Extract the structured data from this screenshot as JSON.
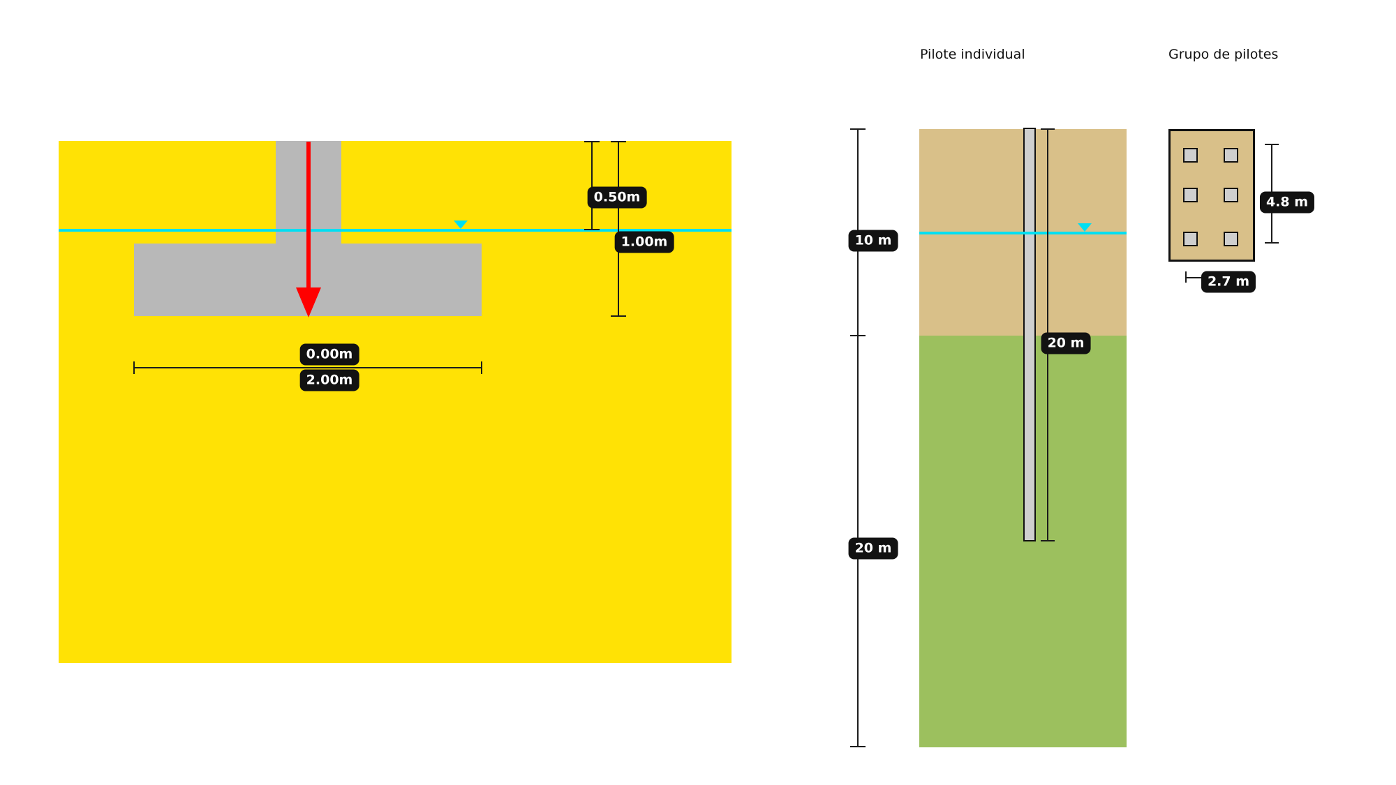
{
  "titles": {
    "single_pile": "Pilote individual",
    "pile_group": "Grupo de pilotes"
  },
  "shallow_foundation": {
    "labels": {
      "water_depth": "0.50m",
      "footing_depth": "1.00m",
      "eccentricity": "0.00m",
      "footing_width": "2.00m"
    }
  },
  "single_pile": {
    "labels": {
      "upper_layer_thickness": "10 m",
      "lower_layer_thickness": "20 m",
      "pile_length": "20 m"
    }
  },
  "pile_group": {
    "labels": {
      "length": "4.8 m",
      "width": "2.7 m"
    }
  },
  "colors": {
    "sand_yellow": "#ffe205",
    "concrete_gray": "#b8b8b8",
    "load_red": "#ff0000",
    "water_cyan": "#00dff2",
    "upper_soil_tan": "#d9c089",
    "lower_soil_green": "#9cc05e",
    "pile_gray": "#cfcfcf",
    "label_bg": "#121212",
    "label_text": "#ffffff"
  }
}
